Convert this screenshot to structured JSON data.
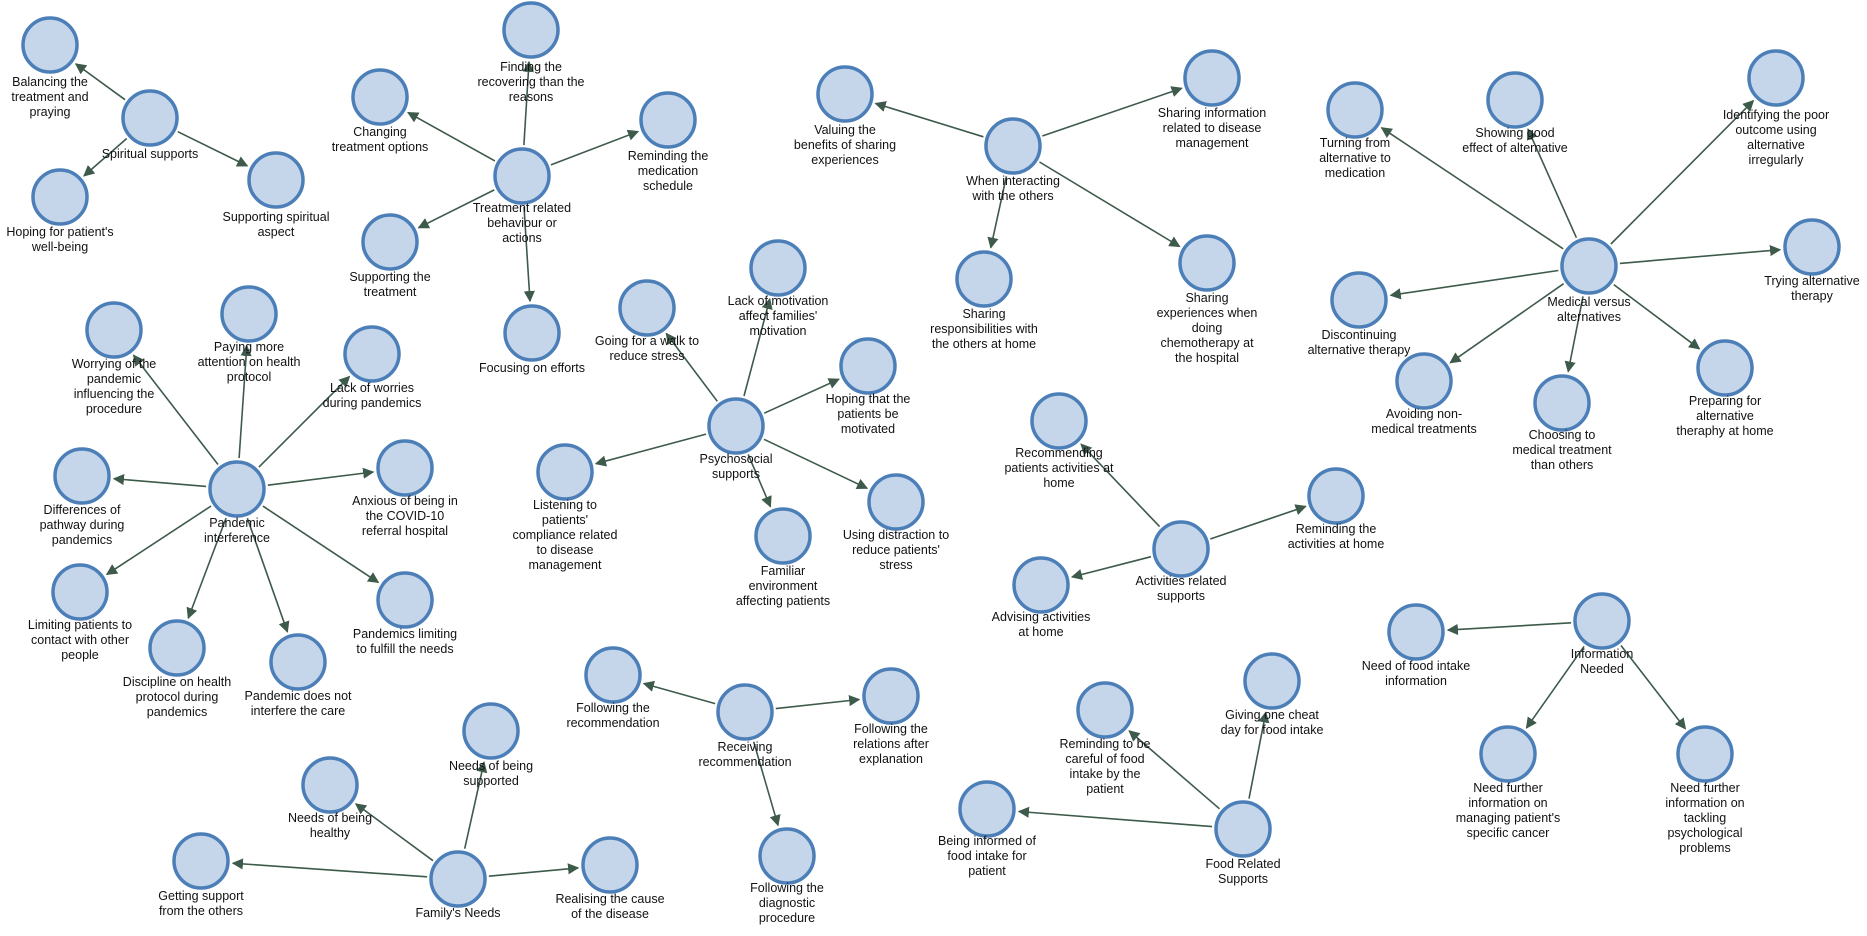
{
  "diagram": {
    "nodes": [
      {
        "id": "spiritual",
        "label": [
          "Spiritual supports"
        ]
      },
      {
        "id": "balancing",
        "label": [
          "Balancing the",
          "treatment and",
          "praying"
        ]
      },
      {
        "id": "hoping_wellbeing",
        "label": [
          "Hoping for patient's",
          "well-being"
        ]
      },
      {
        "id": "supporting_spiritual",
        "label": [
          "Supporting spiritual",
          "aspect"
        ]
      },
      {
        "id": "treatment",
        "label": [
          "Treatment related",
          "behaviour or",
          "actions"
        ]
      },
      {
        "id": "finding",
        "label": [
          "Finding the",
          "recovering than the",
          "reasons"
        ]
      },
      {
        "id": "changing",
        "label": [
          "Changing",
          "treatment options"
        ]
      },
      {
        "id": "reminding_med",
        "label": [
          "Reminding the",
          "medication",
          "schedule"
        ]
      },
      {
        "id": "supporting_treat",
        "label": [
          "Supporting the",
          "treatment"
        ]
      },
      {
        "id": "focusing",
        "label": [
          "Focusing on efforts"
        ]
      },
      {
        "id": "interacting",
        "label": [
          "When interacting",
          "with the others"
        ]
      },
      {
        "id": "valuing",
        "label": [
          "Valuing the",
          "benefits of sharing",
          "experiences"
        ]
      },
      {
        "id": "sharing_info",
        "label": [
          "Sharing information",
          "related to disease",
          "management"
        ]
      },
      {
        "id": "sharing_resp",
        "label": [
          "Sharing",
          "responsibilities with",
          "the others at home"
        ]
      },
      {
        "id": "sharing_exp",
        "label": [
          "Sharing",
          "experiences when",
          "doing",
          "chemotherapy at",
          "the hospital"
        ]
      },
      {
        "id": "medical",
        "label": [
          "Medical versus",
          "alternatives"
        ]
      },
      {
        "id": "turning",
        "label": [
          "Turning from",
          "alternative to",
          "medication"
        ]
      },
      {
        "id": "showing",
        "label": [
          "Showing good",
          "effect of alternative"
        ]
      },
      {
        "id": "identifying",
        "label": [
          "Identifying the poor",
          "outcome using",
          "alternative",
          "irregularly"
        ]
      },
      {
        "id": "trying",
        "label": [
          "Trying alternative",
          "therapy"
        ]
      },
      {
        "id": "discontinuing",
        "label": [
          "Discontinuing",
          "alternative therapy"
        ]
      },
      {
        "id": "avoiding",
        "label": [
          "Avoiding non-",
          "medical treatments"
        ]
      },
      {
        "id": "choosing",
        "label": [
          "Choosing to",
          "medical treatment",
          "than others"
        ]
      },
      {
        "id": "preparing",
        "label": [
          "Preparing for",
          "alternative",
          "theraphy at home"
        ]
      },
      {
        "id": "pandemic",
        "label": [
          "Pandemic",
          "interference"
        ]
      },
      {
        "id": "worrying",
        "label": [
          "Worrying of the",
          "pandemic",
          "influencing the",
          "procedure"
        ]
      },
      {
        "id": "paying",
        "label": [
          "Paying more",
          "attention on health",
          "protocol"
        ]
      },
      {
        "id": "lack_worries",
        "label": [
          "Lack of worries",
          "during pandemics"
        ]
      },
      {
        "id": "anxious",
        "label": [
          "Anxious of being in",
          "the COVID-10",
          "referral hospital"
        ]
      },
      {
        "id": "differences",
        "label": [
          "Differences of",
          "pathway during",
          "pandemics"
        ]
      },
      {
        "id": "limiting_contact",
        "label": [
          "Limiting patients to",
          "contact with other",
          "people"
        ]
      },
      {
        "id": "discipline",
        "label": [
          "Discipline on health",
          "protocol during",
          "pandemics"
        ]
      },
      {
        "id": "not_interfere",
        "label": [
          "Pandemic does not",
          "interfere the care"
        ]
      },
      {
        "id": "limiting_needs",
        "label": [
          "Pandemics limiting",
          "to fulfill the needs"
        ]
      },
      {
        "id": "psychosocial",
        "label": [
          "Psychosocial",
          "supports"
        ]
      },
      {
        "id": "walk",
        "label": [
          "Going for a walk to",
          "reduce stress"
        ]
      },
      {
        "id": "lack_motivation",
        "label": [
          "Lack of motivation",
          "affect families'",
          "motivation"
        ]
      },
      {
        "id": "hoping_motivated",
        "label": [
          "Hoping that the",
          "patients be",
          "motivated"
        ]
      },
      {
        "id": "listening",
        "label": [
          "Listening to",
          "patients'",
          "compliance related",
          "to disease",
          "management"
        ]
      },
      {
        "id": "familiar",
        "label": [
          "Familiar",
          "environment",
          "affecting patients"
        ]
      },
      {
        "id": "distraction",
        "label": [
          "Using distraction to",
          "reduce patients'",
          "stress"
        ]
      },
      {
        "id": "activities",
        "label": [
          "Activities related",
          "supports"
        ]
      },
      {
        "id": "recommending",
        "label": [
          "Recommending",
          "patients activities at",
          "home"
        ]
      },
      {
        "id": "reminding_act",
        "label": [
          "Reminding the",
          "activities at home"
        ]
      },
      {
        "id": "advising",
        "label": [
          "Advising activities",
          "at home"
        ]
      },
      {
        "id": "information",
        "label": [
          "Information",
          "Needed"
        ]
      },
      {
        "id": "need_food",
        "label": [
          "Need of food intake",
          "information"
        ]
      },
      {
        "id": "need_cancer",
        "label": [
          "Need further",
          "information on",
          "managing patient's",
          "specific cancer"
        ]
      },
      {
        "id": "need_psych",
        "label": [
          "Need further",
          "information on",
          "tackling",
          "psychological",
          "problems"
        ]
      },
      {
        "id": "receiving",
        "label": [
          "Receiving",
          "recommendation"
        ]
      },
      {
        "id": "following_rec",
        "label": [
          "Following the",
          "recommendation"
        ]
      },
      {
        "id": "following_rel",
        "label": [
          "Following the",
          "relations after",
          "explanation"
        ]
      },
      {
        "id": "following_diag",
        "label": [
          "Following the",
          "diagnostic",
          "procedure"
        ]
      },
      {
        "id": "food",
        "label": [
          "Food Related",
          "Supports"
        ]
      },
      {
        "id": "cheat",
        "label": [
          "Giving one cheat",
          "day for food intake"
        ]
      },
      {
        "id": "careful",
        "label": [
          "Reminding to be",
          "careful of food",
          "intake by the",
          "patient"
        ]
      },
      {
        "id": "informed",
        "label": [
          "Being informed of",
          "food intake for",
          "patient"
        ]
      },
      {
        "id": "family",
        "label": [
          "Family's Needs"
        ]
      },
      {
        "id": "being_supported",
        "label": [
          "Needs of being",
          "supported"
        ]
      },
      {
        "id": "being_healthy",
        "label": [
          "Needs of being",
          "healthy"
        ]
      },
      {
        "id": "getting_support",
        "label": [
          "Getting support",
          "from the others"
        ]
      },
      {
        "id": "realising",
        "label": [
          "Realising the cause",
          "of the disease"
        ]
      }
    ],
    "edges": [
      [
        "spiritual",
        "balancing"
      ],
      [
        "spiritual",
        "hoping_wellbeing"
      ],
      [
        "spiritual",
        "supporting_spiritual"
      ],
      [
        "treatment",
        "finding"
      ],
      [
        "treatment",
        "changing"
      ],
      [
        "treatment",
        "reminding_med"
      ],
      [
        "treatment",
        "supporting_treat"
      ],
      [
        "treatment",
        "focusing"
      ],
      [
        "interacting",
        "valuing"
      ],
      [
        "interacting",
        "sharing_info"
      ],
      [
        "interacting",
        "sharing_resp"
      ],
      [
        "interacting",
        "sharing_exp"
      ],
      [
        "medical",
        "turning"
      ],
      [
        "medical",
        "showing"
      ],
      [
        "medical",
        "identifying"
      ],
      [
        "medical",
        "trying"
      ],
      [
        "medical",
        "discontinuing"
      ],
      [
        "medical",
        "avoiding"
      ],
      [
        "medical",
        "choosing"
      ],
      [
        "medical",
        "preparing"
      ],
      [
        "pandemic",
        "worrying"
      ],
      [
        "pandemic",
        "paying"
      ],
      [
        "pandemic",
        "lack_worries"
      ],
      [
        "pandemic",
        "anxious"
      ],
      [
        "pandemic",
        "differences"
      ],
      [
        "pandemic",
        "limiting_contact"
      ],
      [
        "pandemic",
        "discipline"
      ],
      [
        "pandemic",
        "not_interfere"
      ],
      [
        "pandemic",
        "limiting_needs"
      ],
      [
        "psychosocial",
        "walk"
      ],
      [
        "psychosocial",
        "lack_motivation"
      ],
      [
        "psychosocial",
        "hoping_motivated"
      ],
      [
        "psychosocial",
        "listening"
      ],
      [
        "psychosocial",
        "familiar"
      ],
      [
        "psychosocial",
        "distraction"
      ],
      [
        "activities",
        "recommending"
      ],
      [
        "activities",
        "reminding_act"
      ],
      [
        "activities",
        "advising"
      ],
      [
        "information",
        "need_food"
      ],
      [
        "information",
        "need_cancer"
      ],
      [
        "information",
        "need_psych"
      ],
      [
        "receiving",
        "following_rec"
      ],
      [
        "receiving",
        "following_rel"
      ],
      [
        "receiving",
        "following_diag"
      ],
      [
        "food",
        "cheat"
      ],
      [
        "food",
        "careful"
      ],
      [
        "food",
        "informed"
      ],
      [
        "family",
        "being_supported"
      ],
      [
        "family",
        "being_healthy"
      ],
      [
        "family",
        "getting_support"
      ],
      [
        "family",
        "realising"
      ]
    ]
  },
  "colors": {
    "node_fill": "#c5d6eb",
    "node_stroke": "#4c7fb8",
    "edge": "#3d5a4a",
    "text": "#111111"
  }
}
